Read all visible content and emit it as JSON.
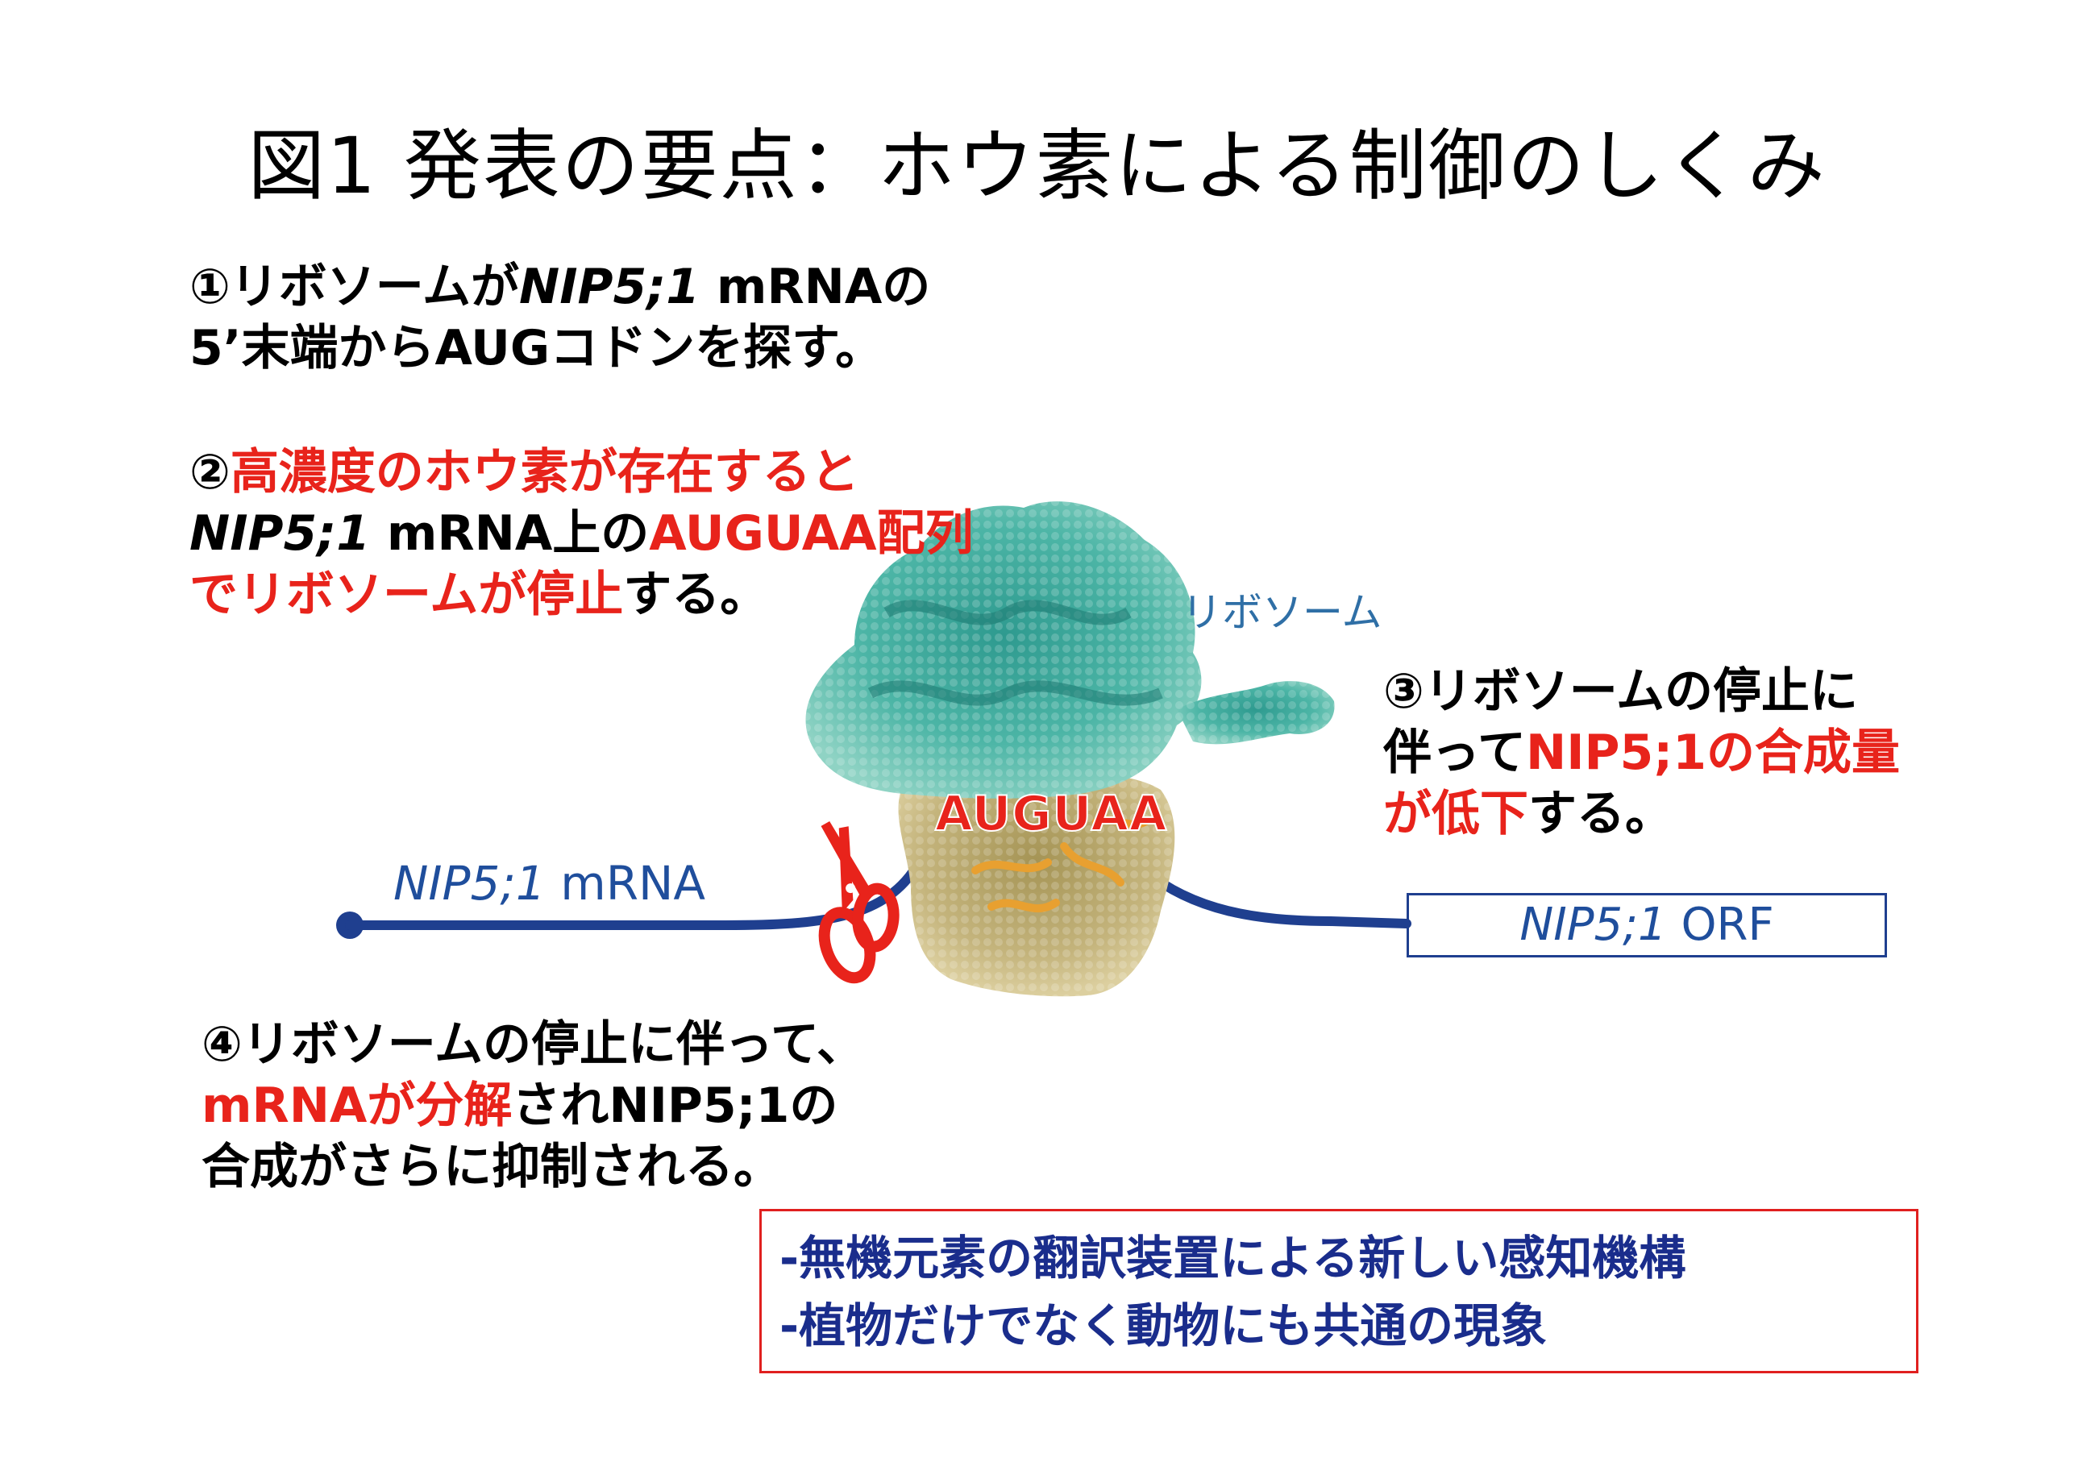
{
  "title": "図1 発表の要点：ホウ素による制御のしくみ",
  "steps": {
    "s1": {
      "line1_a": "①リボソームが",
      "line1_b": "NIP5;1",
      "line1_c": " mRNAの",
      "line2": "5’末端からAUGコドンを探す。"
    },
    "s2": {
      "line1_a": "②",
      "line1_b": "高濃度のホウ素が存在すると",
      "line2_a": "NIP5;1",
      "line2_b": " mRNA上の",
      "line2_c": "AUGUAA配列",
      "line3_a": "でリボソームが停止",
      "line3_b": "する。"
    },
    "s3": {
      "line1": "③リボソームの停止に",
      "line2_a": "伴って",
      "line2_b": "NIP5;1の合成量",
      "line3_a": "が低下",
      "line3_b": "する。"
    },
    "s4": {
      "line1": "④リボソームの停止に伴って、",
      "line2_a": "mRNAが分解",
      "line2_b": "されNIP5;1の",
      "line3": "合成がさらに抑制される。"
    }
  },
  "diagram": {
    "mrna_label_italic": "NIP5;1",
    "mrna_label_rest": " mRNA",
    "ribosome_label": "リボソーム",
    "auguaa_label": "AUGUAA",
    "orf_label_italic": "NIP5;1",
    "orf_label_rest": " ORF",
    "icons": [
      "scissors-icon",
      "ribosome-image"
    ],
    "colors": {
      "mrna_line": "#1f3f8f",
      "ribosome_top": "#3aa89a",
      "ribosome_bottom": "#b8a870",
      "highlight_red": "#e8231b"
    }
  },
  "summary": {
    "line1": "-無機元素の翻訳装置による新しい感知機構",
    "line2": "-植物だけでなく動物にも共通の現象"
  }
}
